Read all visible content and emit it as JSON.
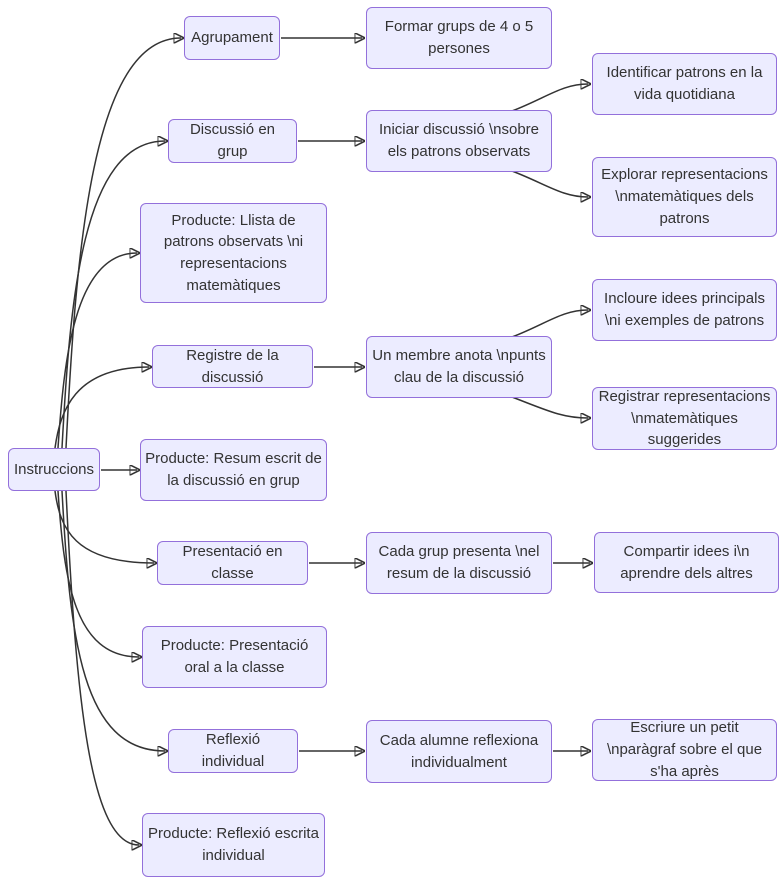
{
  "diagram": {
    "type": "flowchart",
    "direction": "LR",
    "colors": {
      "node_fill": "#ECECFF",
      "node_border": "#9370DB",
      "edge_color": "#333333",
      "text_color": "#333333",
      "background": "#FFFFFF"
    },
    "nodes": [
      {
        "id": "instruccions",
        "label": "Instruccions"
      },
      {
        "id": "agrupament",
        "label": "Agrupament"
      },
      {
        "id": "formar-grups",
        "label": "Formar grups de 4 o 5 persones"
      },
      {
        "id": "discussio-en-grup",
        "label": "Discussió en grup"
      },
      {
        "id": "iniciar-discussio",
        "label": "Iniciar discussió \\nsobre els patrons observats"
      },
      {
        "id": "identificar-patrons",
        "label": "Identificar patrons en la vida quotidiana"
      },
      {
        "id": "explorar-representacions",
        "label": "Explorar representacions \\nmatemàtiques dels patrons"
      },
      {
        "id": "producte-llista",
        "label": "Producte: Llista de patrons observats \\ni representacions matemàtiques"
      },
      {
        "id": "registre-discussio",
        "label": "Registre de la discussió"
      },
      {
        "id": "un-membre-anota",
        "label": "Un membre anota \\npunts clau de la discussió"
      },
      {
        "id": "incloure-idees",
        "label": "Incloure idees principals \\ni exemples de patrons"
      },
      {
        "id": "registrar-representacions",
        "label": "Registrar representacions \\nmatemàtiques suggerides"
      },
      {
        "id": "producte-resum",
        "label": "Producte: Resum escrit de la discussió en grup"
      },
      {
        "id": "presentacio-classe",
        "label": "Presentació en classe"
      },
      {
        "id": "cada-grup-presenta",
        "label": "Cada grup presenta \\nel resum de la discussió"
      },
      {
        "id": "compartir-idees",
        "label": "Compartir idees i\\n aprendre dels altres"
      },
      {
        "id": "producte-presentacio",
        "label": "Producte: Presentació oral a la classe"
      },
      {
        "id": "reflexio-individual",
        "label": "Reflexió individual"
      },
      {
        "id": "cada-alumne-reflexiona",
        "label": "Cada alumne reflexiona individualment"
      },
      {
        "id": "escriure-paragraf",
        "label": "Escriure un petit \\nparàgraf sobre el que s'ha après"
      },
      {
        "id": "producte-reflexio",
        "label": "Producte: Reflexió escrita individual"
      }
    ],
    "edges": [
      {
        "from": "instruccions",
        "to": "agrupament"
      },
      {
        "from": "instruccions",
        "to": "discussio-en-grup"
      },
      {
        "from": "instruccions",
        "to": "producte-llista"
      },
      {
        "from": "instruccions",
        "to": "registre-discussio"
      },
      {
        "from": "instruccions",
        "to": "producte-resum"
      },
      {
        "from": "instruccions",
        "to": "presentacio-classe"
      },
      {
        "from": "instruccions",
        "to": "producte-presentacio"
      },
      {
        "from": "instruccions",
        "to": "reflexio-individual"
      },
      {
        "from": "instruccions",
        "to": "producte-reflexio"
      },
      {
        "from": "agrupament",
        "to": "formar-grups"
      },
      {
        "from": "discussio-en-grup",
        "to": "iniciar-discussio"
      },
      {
        "from": "iniciar-discussio",
        "to": "identificar-patrons"
      },
      {
        "from": "iniciar-discussio",
        "to": "explorar-representacions"
      },
      {
        "from": "registre-discussio",
        "to": "un-membre-anota"
      },
      {
        "from": "un-membre-anota",
        "to": "incloure-idees"
      },
      {
        "from": "un-membre-anota",
        "to": "registrar-representacions"
      },
      {
        "from": "presentacio-classe",
        "to": "cada-grup-presenta"
      },
      {
        "from": "cada-grup-presenta",
        "to": "compartir-idees"
      },
      {
        "from": "reflexio-individual",
        "to": "cada-alumne-reflexiona"
      },
      {
        "from": "cada-alumne-reflexiona",
        "to": "escriure-paragraf"
      }
    ]
  }
}
